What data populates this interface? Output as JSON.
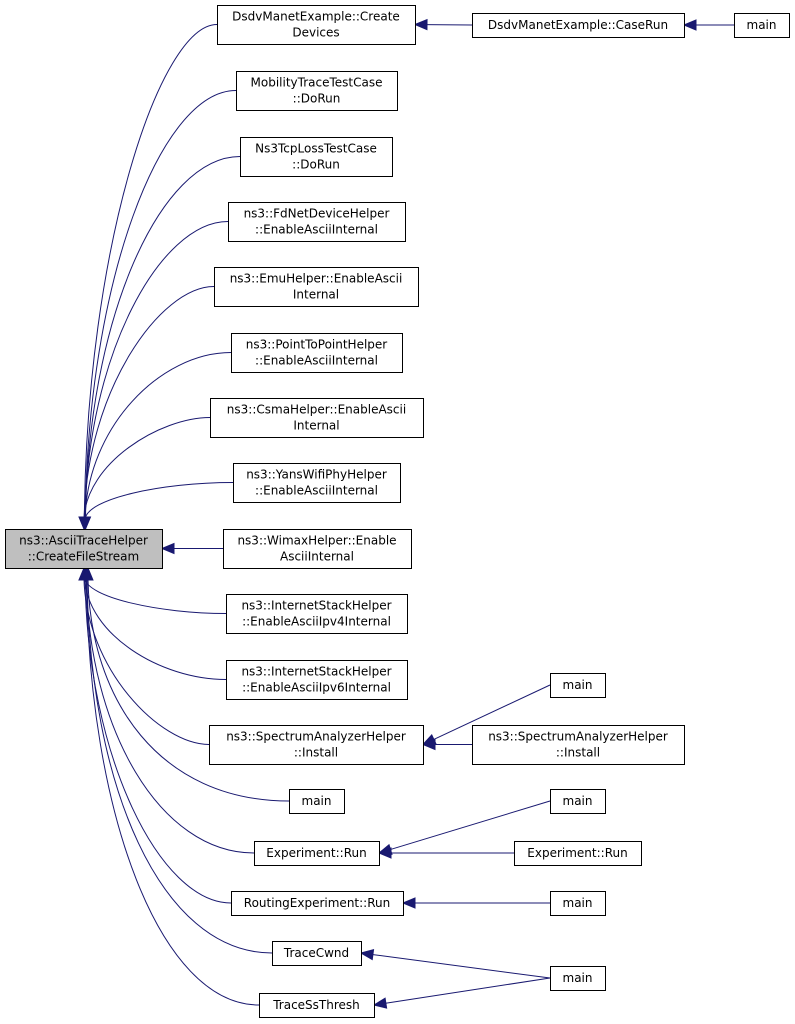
{
  "diagram": {
    "type": "call-graph",
    "nodes": [
      {
        "id": "root",
        "lines": [
          "ns3::AsciiTraceHelper",
          "::CreateFileStream"
        ],
        "highlighted": true
      },
      {
        "id": "dsdv-create",
        "lines": [
          "DsdvManetExample::Create",
          "Devices"
        ]
      },
      {
        "id": "dsdv-caserun",
        "lines": [
          "DsdvManetExample::CaseRun"
        ]
      },
      {
        "id": "main-1",
        "lines": [
          "main"
        ]
      },
      {
        "id": "mobility-dorun",
        "lines": [
          "MobilityTraceTestCase",
          "::DoRun"
        ]
      },
      {
        "id": "ns3tcp-dorun",
        "lines": [
          "Ns3TcpLossTestCase",
          "::DoRun"
        ]
      },
      {
        "id": "fdnet",
        "lines": [
          "ns3::FdNetDeviceHelper",
          "::EnableAsciiInternal"
        ]
      },
      {
        "id": "emu",
        "lines": [
          "ns3::EmuHelper::EnableAscii",
          "Internal"
        ]
      },
      {
        "id": "p2p",
        "lines": [
          "ns3::PointToPointHelper",
          "::EnableAsciiInternal"
        ]
      },
      {
        "id": "csma",
        "lines": [
          "ns3::CsmaHelper::EnableAscii",
          "Internal"
        ]
      },
      {
        "id": "yans",
        "lines": [
          "ns3::YansWifiPhyHelper",
          "::EnableAsciiInternal"
        ]
      },
      {
        "id": "wimax",
        "lines": [
          "ns3::WimaxHelper::Enable",
          "AsciiInternal"
        ]
      },
      {
        "id": "inet-v4",
        "lines": [
          "ns3::InternetStackHelper",
          "::EnableAsciiIpv4Internal"
        ]
      },
      {
        "id": "inet-v6",
        "lines": [
          "ns3::InternetStackHelper",
          "::EnableAsciiIpv6Internal"
        ]
      },
      {
        "id": "spectrum-1",
        "lines": [
          "ns3::SpectrumAnalyzerHelper",
          "::Install"
        ]
      },
      {
        "id": "main-2",
        "lines": [
          "main"
        ]
      },
      {
        "id": "spectrum-2",
        "lines": [
          "ns3::SpectrumAnalyzerHelper",
          "::Install"
        ]
      },
      {
        "id": "main-3",
        "lines": [
          "main"
        ]
      },
      {
        "id": "exp-run-1",
        "lines": [
          "Experiment::Run"
        ]
      },
      {
        "id": "main-4",
        "lines": [
          "main"
        ]
      },
      {
        "id": "exp-run-2",
        "lines": [
          "Experiment::Run"
        ]
      },
      {
        "id": "routing-run",
        "lines": [
          "RoutingExperiment::Run"
        ]
      },
      {
        "id": "main-5",
        "lines": [
          "main"
        ]
      },
      {
        "id": "trace-cwnd",
        "lines": [
          "TraceCwnd"
        ]
      },
      {
        "id": "main-6",
        "lines": [
          "main"
        ]
      },
      {
        "id": "trace-ss",
        "lines": [
          "TraceSsThresh"
        ]
      }
    ],
    "edges": [
      {
        "from": "dsdv-create",
        "to": "root"
      },
      {
        "from": "mobility-dorun",
        "to": "root"
      },
      {
        "from": "ns3tcp-dorun",
        "to": "root"
      },
      {
        "from": "fdnet",
        "to": "root"
      },
      {
        "from": "emu",
        "to": "root"
      },
      {
        "from": "p2p",
        "to": "root"
      },
      {
        "from": "csma",
        "to": "root"
      },
      {
        "from": "yans",
        "to": "root"
      },
      {
        "from": "wimax",
        "to": "root"
      },
      {
        "from": "inet-v4",
        "to": "root"
      },
      {
        "from": "inet-v6",
        "to": "root"
      },
      {
        "from": "spectrum-1",
        "to": "root"
      },
      {
        "from": "main-3",
        "to": "root"
      },
      {
        "from": "exp-run-1",
        "to": "root"
      },
      {
        "from": "routing-run",
        "to": "root"
      },
      {
        "from": "trace-cwnd",
        "to": "root"
      },
      {
        "from": "trace-ss",
        "to": "root"
      },
      {
        "from": "dsdv-caserun",
        "to": "dsdv-create"
      },
      {
        "from": "main-1",
        "to": "dsdv-caserun"
      },
      {
        "from": "main-2",
        "to": "spectrum-1"
      },
      {
        "from": "spectrum-2",
        "to": "spectrum-1"
      },
      {
        "from": "main-4",
        "to": "exp-run-1"
      },
      {
        "from": "exp-run-2",
        "to": "exp-run-1"
      },
      {
        "from": "main-5",
        "to": "routing-run"
      },
      {
        "from": "main-6",
        "to": "trace-cwnd"
      },
      {
        "from": "main-6",
        "to": "trace-ss"
      }
    ]
  }
}
